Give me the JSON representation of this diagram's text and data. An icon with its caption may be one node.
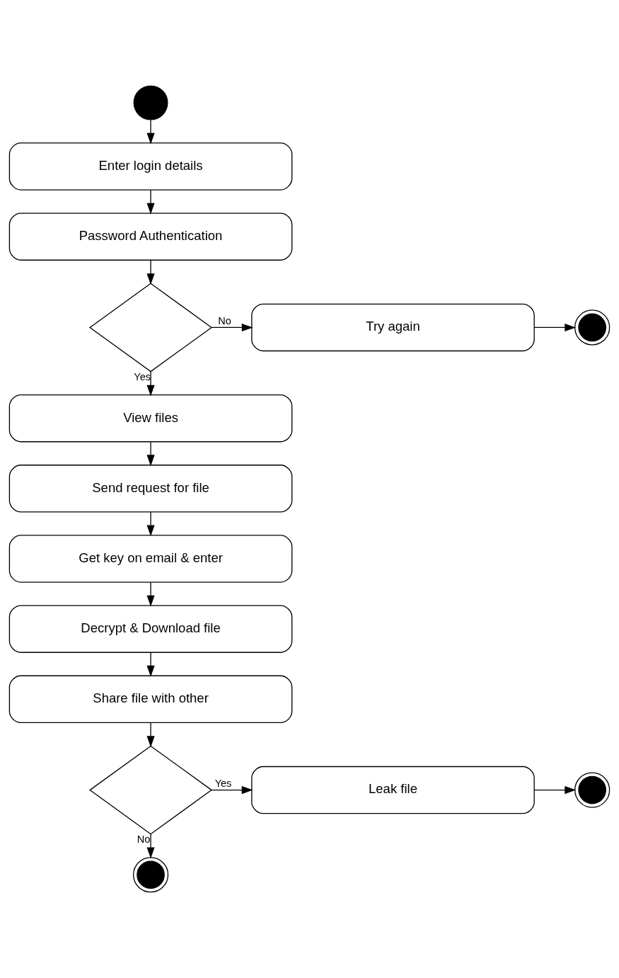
{
  "diagram": {
    "nodes": [
      {
        "text": [],
        "shape": "circle"
      },
      {
        "text": [
          "Enter login details"
        ]
      },
      {
        "text": [
          "Password Authentication"
        ]
      },
      {
        "text": [],
        "shape": "diamond"
      },
      {
        "text": [
          "Try again"
        ]
      },
      {
        "text": [],
        "shape": "bullseye"
      },
      {
        "text": [
          "View files"
        ]
      },
      {
        "text": [
          "Send request for file"
        ]
      },
      {
        "text": [
          "Get key on email & enter"
        ]
      },
      {
        "text": [
          "Decrypt & Download file"
        ]
      },
      {
        "text": [
          "Share file with other"
        ]
      },
      {
        "text": [],
        "shape": "diamond"
      },
      {
        "text": [
          "Leak file"
        ]
      },
      {
        "text": [],
        "shape": "bullseye"
      },
      {
        "text": [],
        "shape": "bullseye"
      }
    ],
    "edges": [
      {
        "from": 0,
        "to": 1,
        "arrow": "to"
      },
      {
        "from": 1,
        "to": 2,
        "arrow": "to"
      },
      {
        "from": 2,
        "to": 3,
        "arrow": "to"
      },
      {
        "from": 3,
        "to": 4,
        "arrow": "to",
        "label": "No"
      },
      {
        "from": 4,
        "to": 5,
        "arrow": "to"
      },
      {
        "from": 3,
        "to": 6,
        "arrow": "to",
        "label": "Yes"
      },
      {
        "from": 6,
        "to": 7,
        "arrow": "to"
      },
      {
        "from": 7,
        "to": 8,
        "arrow": "to"
      },
      {
        "from": 8,
        "to": 9,
        "arrow": "to"
      },
      {
        "from": 9,
        "to": 10,
        "arrow": "to"
      },
      {
        "from": 10,
        "to": 11,
        "arrow": "to"
      },
      {
        "from": 11,
        "to": 12,
        "arrow": "to",
        "label": "Yes"
      },
      {
        "from": 12,
        "to": 13,
        "arrow": "to"
      },
      {
        "from": 11,
        "to": 14,
        "arrow": "to",
        "label": "No"
      }
    ]
  }
}
